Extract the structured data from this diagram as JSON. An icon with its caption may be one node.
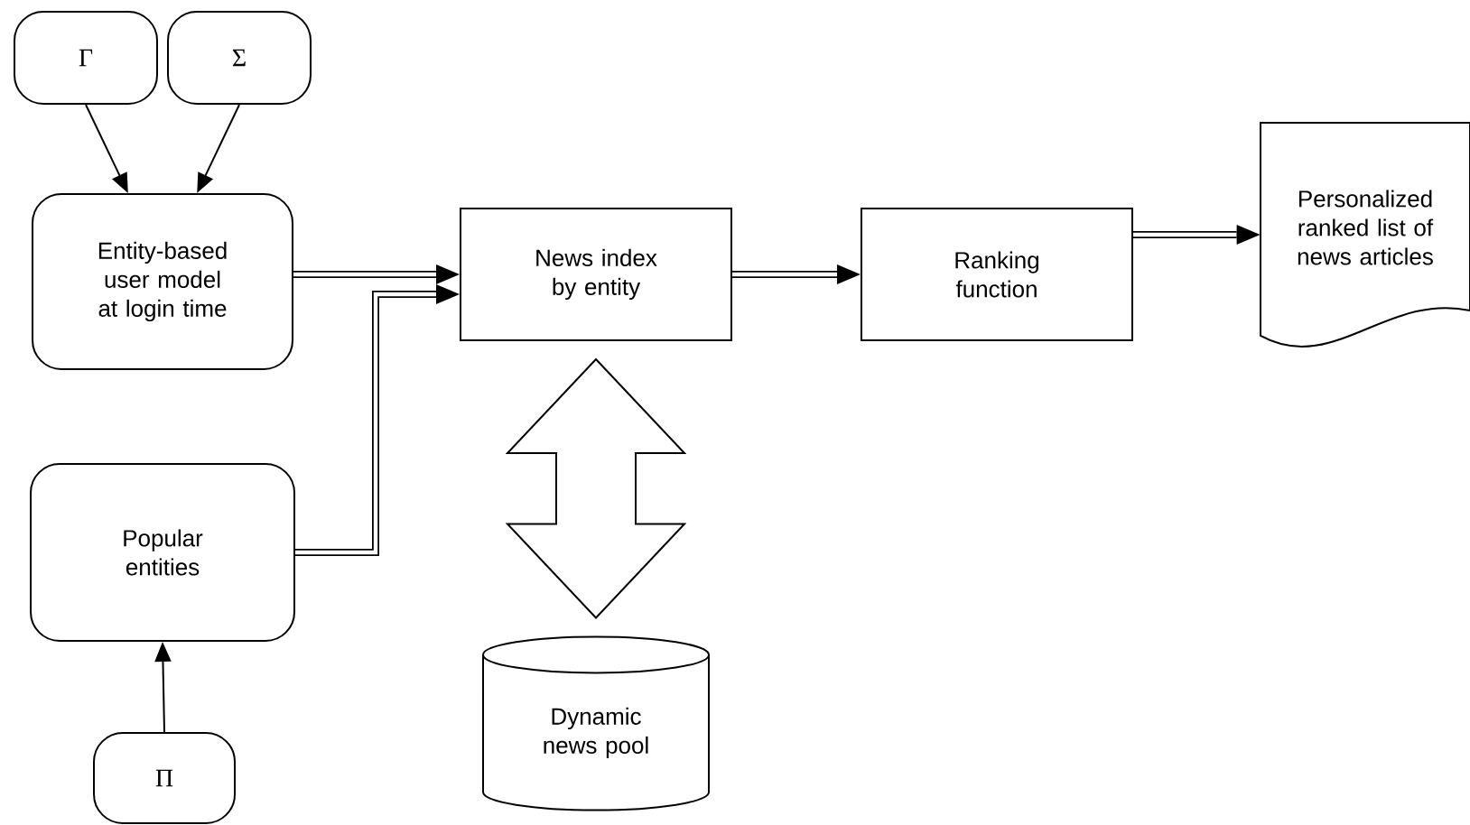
{
  "diagram": {
    "nodes": [
      {
        "text": [
          "Γ"
        ]
      },
      {
        "text": [
          "Σ"
        ]
      },
      {
        "text": [
          "Entity-based user model at login time"
        ]
      },
      {
        "text": [
          "Popular entities"
        ]
      },
      {
        "text": [
          "Π"
        ]
      },
      {
        "text": [
          "News index by entity"
        ]
      },
      {
        "text": [
          "Ranking function"
        ]
      },
      {
        "text": [
          "Personalized ranked list of news articles"
        ]
      },
      {
        "text": [
          "Dynamic news pool"
        ]
      }
    ],
    "edges": [
      {
        "from": 0,
        "to": 2,
        "arrow": "to"
      },
      {
        "from": 1,
        "to": 2,
        "arrow": "to"
      },
      {
        "from": 2,
        "to": 5,
        "arrow": "to"
      },
      {
        "from": 3,
        "to": 5,
        "arrow": "to"
      },
      {
        "from": 4,
        "to": 3,
        "arrow": "to"
      },
      {
        "from": 5,
        "to": 6,
        "arrow": "to"
      },
      {
        "from": 6,
        "to": 7,
        "arrow": "to"
      },
      {
        "from": 5,
        "to": 8,
        "arrow": "both"
      }
    ]
  }
}
